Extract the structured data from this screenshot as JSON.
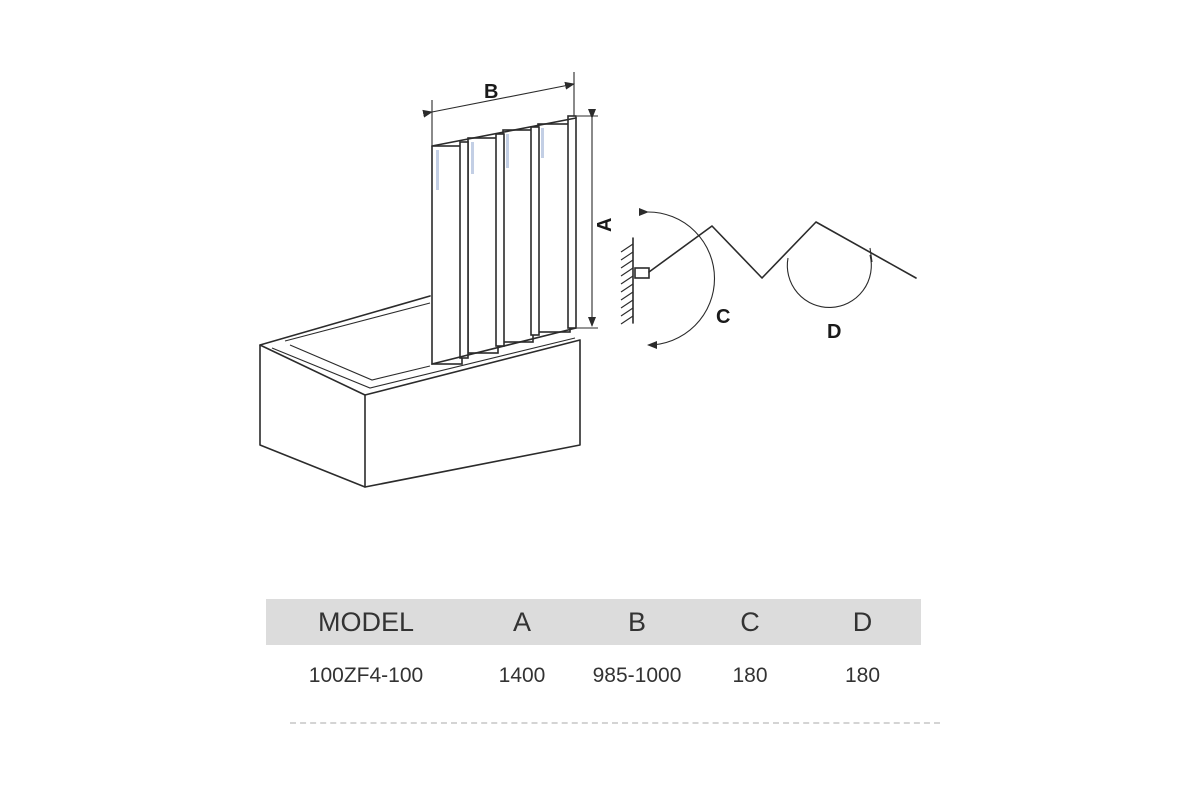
{
  "diagram": {
    "labels": {
      "a": "A",
      "b": "B",
      "c": "C",
      "d": "D"
    }
  },
  "table": {
    "headers": {
      "model": "MODEL",
      "a": "A",
      "b": "B",
      "c": "C",
      "d": "D"
    },
    "rows": [
      {
        "model": "100ZF4-100",
        "a": "1400",
        "b": "985-1000",
        "c": "180",
        "d": "180"
      }
    ]
  },
  "colors": {
    "header_bg": "#dcdcdc",
    "line": "#2b2b2b",
    "glass_tint": "#b9c7e0"
  }
}
